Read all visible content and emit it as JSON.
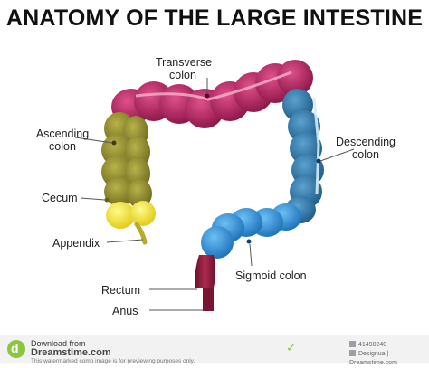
{
  "title": "ANATOMY OF THE LARGE INTESTINE",
  "labels": {
    "transverse": [
      "Transverse",
      "colon"
    ],
    "ascending": [
      "Ascending",
      "colon"
    ],
    "descending": [
      "Descending",
      "colon"
    ],
    "cecum": "Cecum",
    "appendix": "Appendix",
    "sigmoid": "Sigmoid colon",
    "rectum": "Rectum",
    "anus": "Anus"
  },
  "colors": {
    "transverse": "#b4235e",
    "ascending": "#8f8a2a",
    "cecum": "#f2ea1e",
    "descending": "#2e78a8",
    "sigmoid": "#2a8fd8",
    "rectum": "#8e1a3a"
  },
  "footer": {
    "download_from": "Download from",
    "site": "Dreamstime.com",
    "fine_print": "This watermarked comp image is for previewing purposes only.",
    "image_id": "41490240",
    "credit": "Designua | Dreamstime.com"
  }
}
